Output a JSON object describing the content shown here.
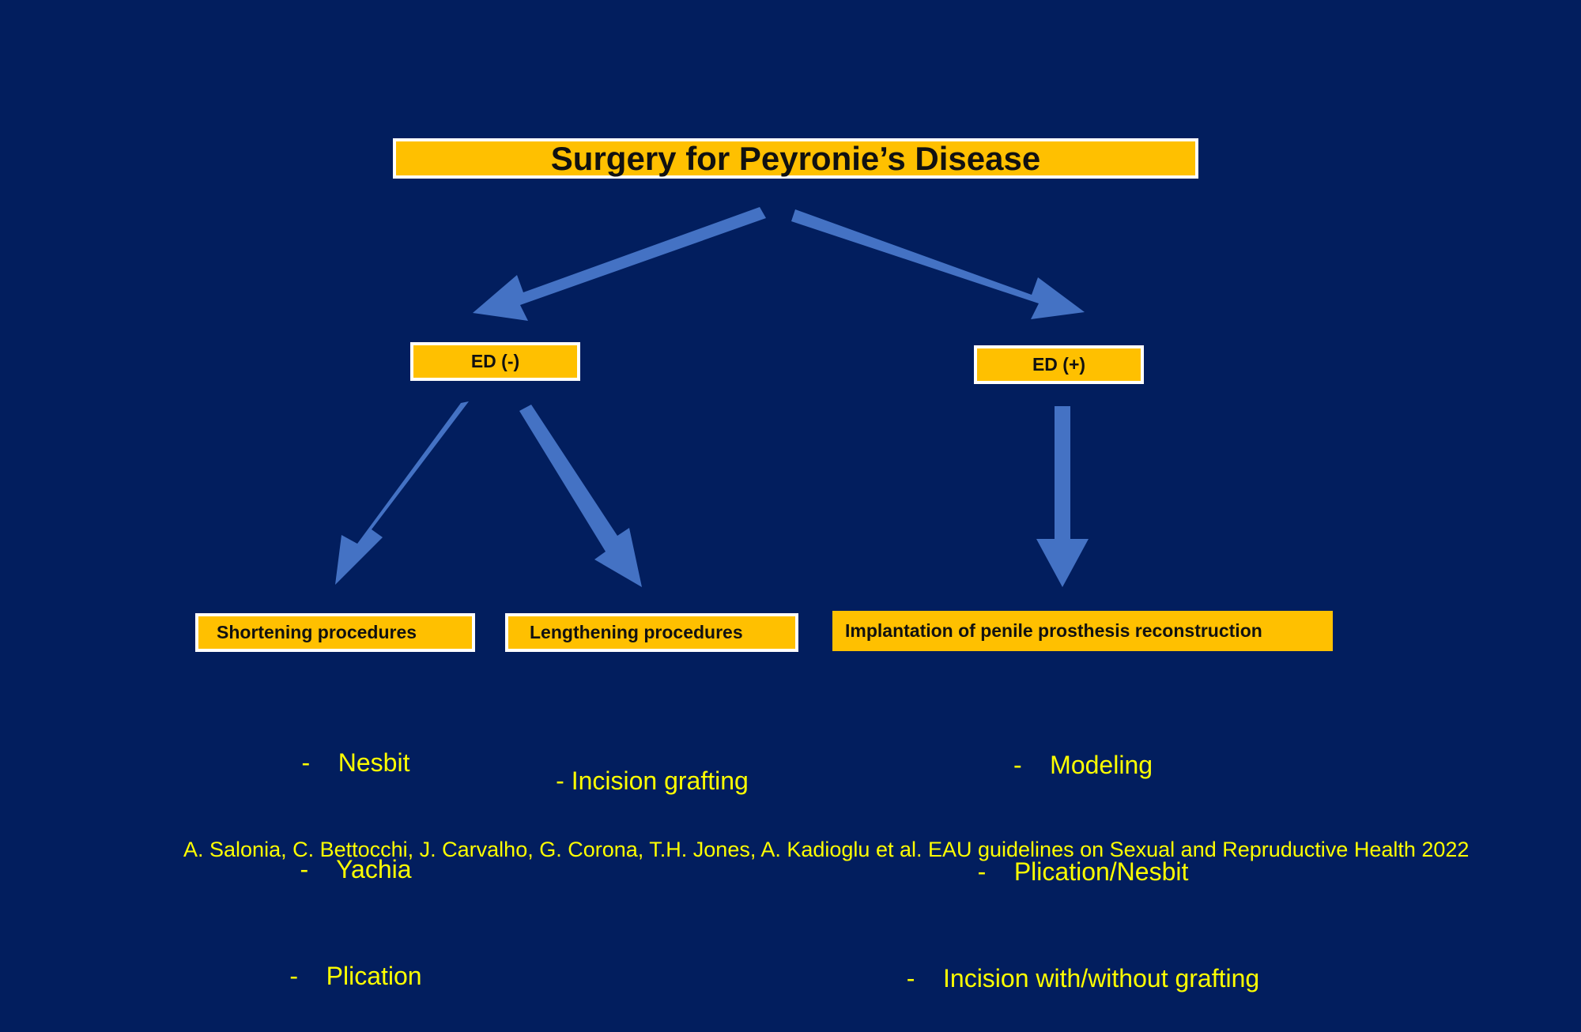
{
  "title": "Surgery for Peyronie’s Disease",
  "branches": {
    "ed_negative": "ED (-)",
    "ed_positive": "ED (+)"
  },
  "procedures": {
    "shortening": {
      "label": "Shortening procedures",
      "items": [
        "-    Nesbit",
        "-    Yachia",
        "-    Plication"
      ]
    },
    "lengthening": {
      "label": "Lengthening procedures",
      "items": [
        "- Incision grafting"
      ]
    },
    "implantation": {
      "label": "Implantation of penile prosthesis  reconstruction",
      "items": [
        "-    Modeling",
        "-    Plication/Nesbit",
        "-    Incision with/without grafting"
      ]
    }
  },
  "citation": "A. Salonia, C. Bettocchi, J. Carvalho, G. Corona, T.H. Jones, A. Kadioglu et al. EAU guidelines on Sexual and Repruductive Health 2022",
  "colors": {
    "background": "#021e5e",
    "box_fill": "#ffc000",
    "box_border": "#ffffff",
    "arrow": "#4472c4",
    "list_text": "#ffff00"
  }
}
